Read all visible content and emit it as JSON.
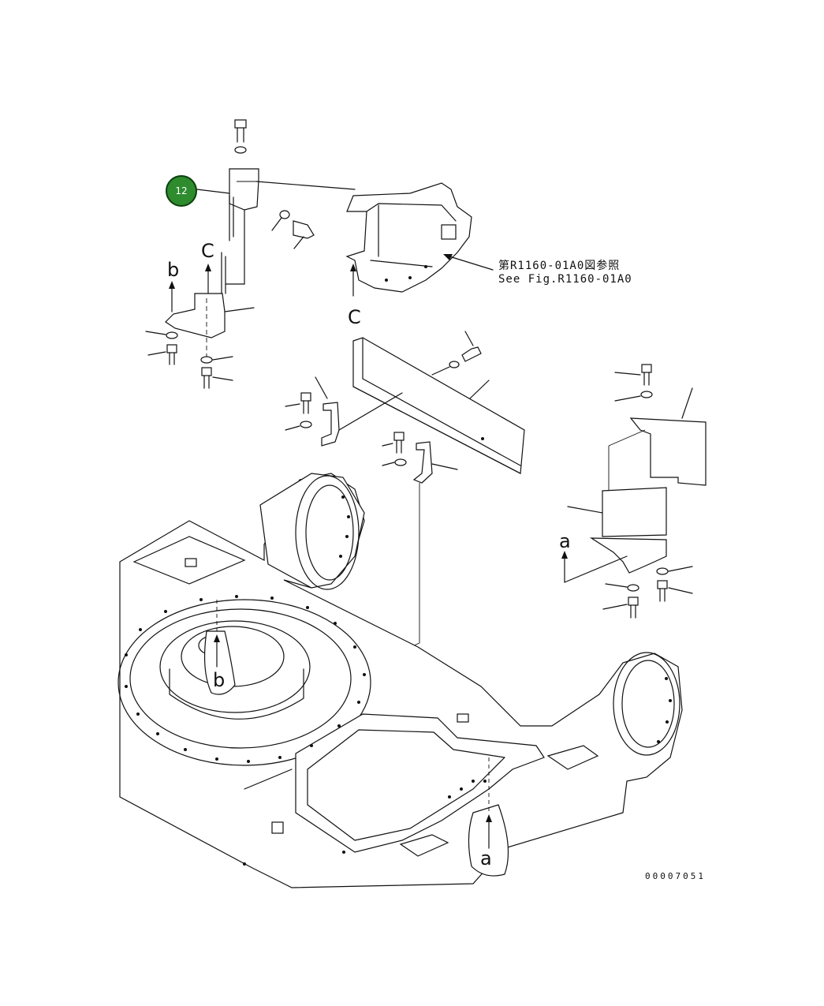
{
  "callout": {
    "part_number": "12",
    "color": "#2e8b2e"
  },
  "reference": {
    "line_ja": "第R1160-01A0図参照",
    "line_en": "See Fig.R1160-01A0"
  },
  "view_letters": {
    "b_top": "b",
    "c_top": "C",
    "c_bottom": "C",
    "a_right": "a",
    "b_frame": "b",
    "a_frame": "a"
  },
  "document_number": "00007051"
}
